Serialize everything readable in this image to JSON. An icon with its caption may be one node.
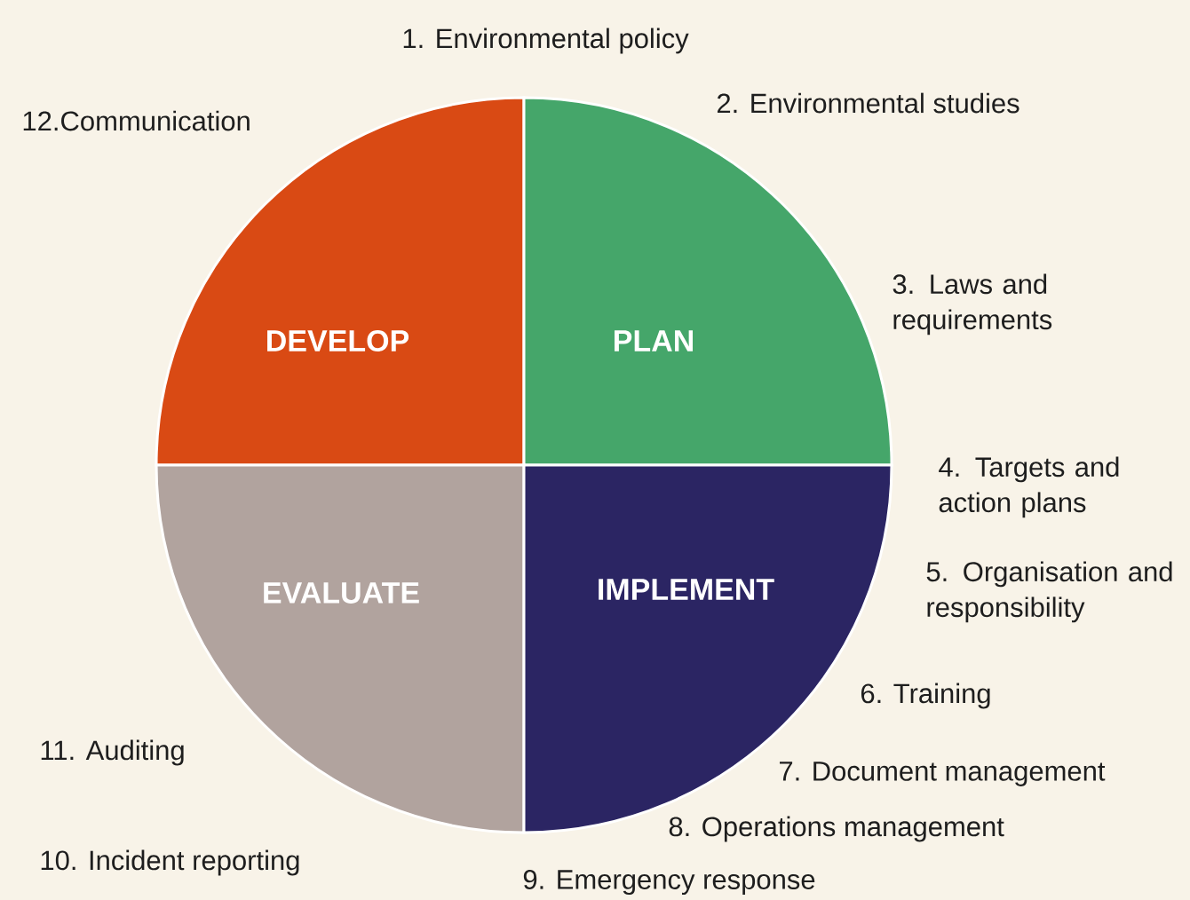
{
  "diagram": {
    "nodes": [
      {
        "text": [
          "DEVELOP"
        ]
      },
      {
        "text": [
          "PLAN"
        ]
      },
      {
        "text": [
          "EVALUATE"
        ]
      },
      {
        "text": [
          "IMPLEMENT"
        ]
      }
    ],
    "labels": [
      "1. Environmental policy",
      "12.Communication",
      "2. Environmental studies",
      "3. Laws and requirements",
      "4. Targets and action plans",
      "5. Organisation and responsibility",
      "6. Training",
      "11. Auditing",
      "7. Document management",
      "8. Operations management",
      "10. Incident reporting",
      "9. Emergency response"
    ]
  }
}
